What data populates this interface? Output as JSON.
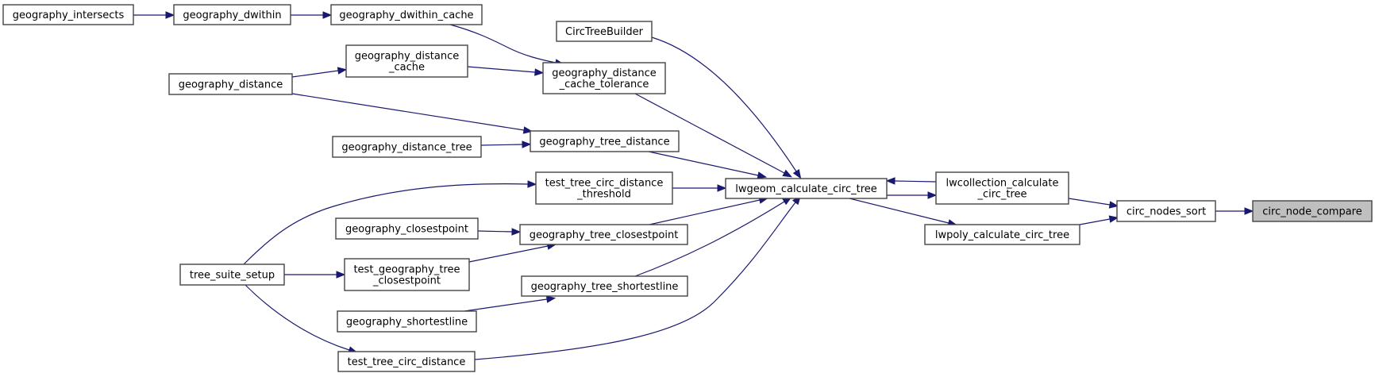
{
  "diagram": {
    "type": "doxygen-caller-graph",
    "focus_node": "circ_node_compare",
    "colors": {
      "edge": "#191970",
      "node_border": "#444444",
      "focus_fill": "#bfbfbf",
      "node_fill": "#ffffff"
    },
    "nodes": [
      {
        "id": "geography_intersects",
        "lines": [
          "geography_intersects"
        ]
      },
      {
        "id": "geography_dwithin",
        "lines": [
          "geography_dwithin"
        ]
      },
      {
        "id": "geography_dwithin_cache",
        "lines": [
          "geography_dwithin_cache"
        ]
      },
      {
        "id": "geography_distance_cache",
        "lines": [
          "geography_distance",
          "_cache"
        ]
      },
      {
        "id": "geography_distance",
        "lines": [
          "geography_distance"
        ]
      },
      {
        "id": "CircTreeBuilder",
        "lines": [
          "CircTreeBuilder"
        ]
      },
      {
        "id": "geography_distance_cache_tolerance",
        "lines": [
          "geography_distance",
          "_cache_tolerance"
        ]
      },
      {
        "id": "geography_distance_tree",
        "lines": [
          "geography_distance_tree"
        ]
      },
      {
        "id": "geography_tree_distance",
        "lines": [
          "geography_tree_distance"
        ]
      },
      {
        "id": "test_tree_circ_distance_threshold",
        "lines": [
          "test_tree_circ_distance",
          "_threshold"
        ]
      },
      {
        "id": "geography_closestpoint",
        "lines": [
          "geography_closestpoint"
        ]
      },
      {
        "id": "geography_tree_closestpoint",
        "lines": [
          "geography_tree_closestpoint"
        ]
      },
      {
        "id": "tree_suite_setup",
        "lines": [
          "tree_suite_setup"
        ]
      },
      {
        "id": "test_geography_tree_closestpoint",
        "lines": [
          "test_geography_tree",
          "_closestpoint"
        ]
      },
      {
        "id": "geography_tree_shortestline",
        "lines": [
          "geography_tree_shortestline"
        ]
      },
      {
        "id": "geography_shortestline",
        "lines": [
          "geography_shortestline"
        ]
      },
      {
        "id": "test_tree_circ_distance",
        "lines": [
          "test_tree_circ_distance"
        ]
      },
      {
        "id": "lwgeom_calculate_circ_tree",
        "lines": [
          "lwgeom_calculate_circ_tree"
        ]
      },
      {
        "id": "lwcollection_calculate_circ_tree",
        "lines": [
          "lwcollection_calculate",
          "_circ_tree"
        ]
      },
      {
        "id": "lwpoly_calculate_circ_tree",
        "lines": [
          "lwpoly_calculate_circ_tree"
        ]
      },
      {
        "id": "circ_nodes_sort",
        "lines": [
          "circ_nodes_sort"
        ]
      },
      {
        "id": "circ_node_compare",
        "lines": [
          "circ_node_compare"
        ],
        "current": true
      }
    ],
    "edges": [
      {
        "from": "geography_intersects",
        "to": "geography_dwithin"
      },
      {
        "from": "geography_dwithin",
        "to": "geography_dwithin_cache"
      },
      {
        "from": "geography_dwithin_cache",
        "to": "geography_distance_cache_tolerance"
      },
      {
        "from": "geography_distance",
        "to": "geography_distance_cache"
      },
      {
        "from": "geography_distance_cache",
        "to": "geography_distance_cache_tolerance"
      },
      {
        "from": "geography_distance",
        "to": "geography_tree_distance"
      },
      {
        "from": "geography_distance_tree",
        "to": "geography_tree_distance"
      },
      {
        "from": "CircTreeBuilder",
        "to": "lwgeom_calculate_circ_tree"
      },
      {
        "from": "geography_distance_cache_tolerance",
        "to": "lwgeom_calculate_circ_tree"
      },
      {
        "from": "geography_tree_distance",
        "to": "lwgeom_calculate_circ_tree"
      },
      {
        "from": "test_tree_circ_distance_threshold",
        "to": "lwgeom_calculate_circ_tree"
      },
      {
        "from": "tree_suite_setup",
        "to": "test_tree_circ_distance_threshold"
      },
      {
        "from": "geography_closestpoint",
        "to": "geography_tree_closestpoint"
      },
      {
        "from": "test_geography_tree_closestpoint",
        "to": "geography_tree_closestpoint"
      },
      {
        "from": "tree_suite_setup",
        "to": "test_geography_tree_closestpoint"
      },
      {
        "from": "geography_tree_closestpoint",
        "to": "lwgeom_calculate_circ_tree"
      },
      {
        "from": "geography_shortestline",
        "to": "geography_tree_shortestline"
      },
      {
        "from": "geography_tree_shortestline",
        "to": "lwgeom_calculate_circ_tree"
      },
      {
        "from": "tree_suite_setup",
        "to": "test_tree_circ_distance"
      },
      {
        "from": "test_tree_circ_distance",
        "to": "lwgeom_calculate_circ_tree"
      },
      {
        "from": "lwgeom_calculate_circ_tree",
        "to": "lwcollection_calculate_circ_tree"
      },
      {
        "from": "lwcollection_calculate_circ_tree",
        "to": "lwgeom_calculate_circ_tree"
      },
      {
        "from": "lwgeom_calculate_circ_tree",
        "to": "lwpoly_calculate_circ_tree"
      },
      {
        "from": "lwcollection_calculate_circ_tree",
        "to": "circ_nodes_sort"
      },
      {
        "from": "lwpoly_calculate_circ_tree",
        "to": "circ_nodes_sort"
      },
      {
        "from": "circ_nodes_sort",
        "to": "circ_node_compare"
      }
    ]
  }
}
